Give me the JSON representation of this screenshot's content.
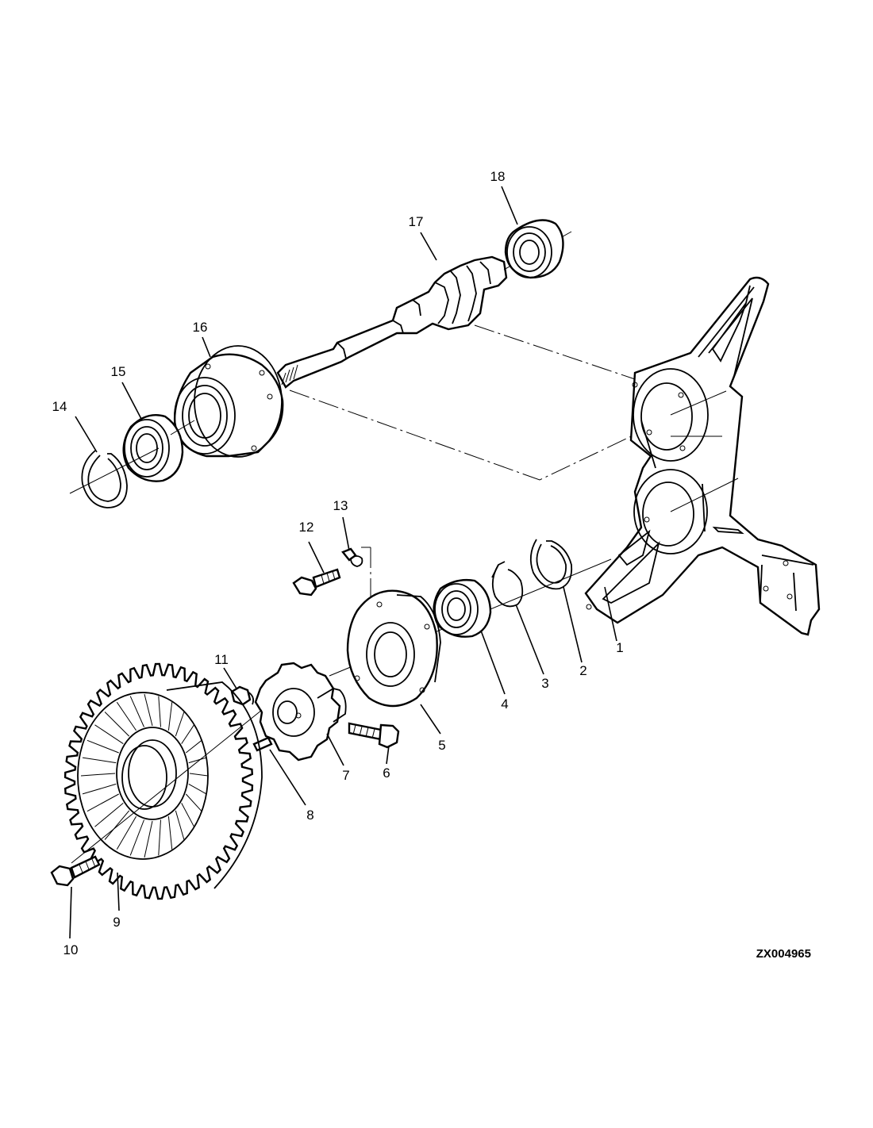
{
  "diagram": {
    "drawing_code": "ZX004965",
    "callouts": [
      {
        "id": "c1",
        "label": "1"
      },
      {
        "id": "c2",
        "label": "2"
      },
      {
        "id": "c3",
        "label": "3"
      },
      {
        "id": "c4",
        "label": "4"
      },
      {
        "id": "c5",
        "label": "5"
      },
      {
        "id": "c6",
        "label": "6"
      },
      {
        "id": "c7",
        "label": "7"
      },
      {
        "id": "c8",
        "label": "8"
      },
      {
        "id": "c9",
        "label": "9"
      },
      {
        "id": "c10",
        "label": "10"
      },
      {
        "id": "c11",
        "label": "11"
      },
      {
        "id": "c12",
        "label": "12"
      },
      {
        "id": "c13",
        "label": "13"
      },
      {
        "id": "c14",
        "label": "14"
      },
      {
        "id": "c15",
        "label": "15"
      },
      {
        "id": "c16",
        "label": "16"
      },
      {
        "id": "c17",
        "label": "17"
      },
      {
        "id": "c18",
        "label": "18"
      }
    ]
  }
}
